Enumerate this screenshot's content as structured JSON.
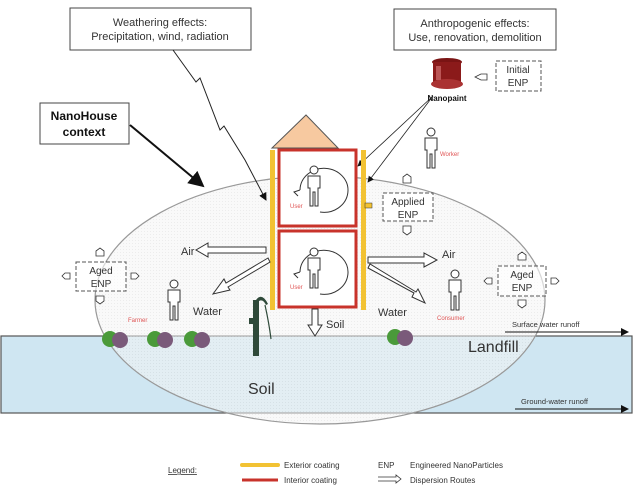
{
  "boxes": {
    "weathering": {
      "line1": "Weathering effects:",
      "line2": "Precipitation, wind, radiation"
    },
    "anthropogenic": {
      "line1": "Anthropogenic effects:",
      "line2": "Use, renovation, demolition"
    },
    "nanohouse": {
      "line1": "NanoHouse",
      "line2": "context"
    }
  },
  "enp": {
    "initial": {
      "line1": "Initial",
      "line2": "ENP"
    },
    "applied": {
      "line1": "Applied",
      "line2": "ENP"
    },
    "aged_left": {
      "line1": "Aged",
      "line2": "ENP"
    },
    "aged_right": {
      "line1": "Aged",
      "line2": "ENP"
    }
  },
  "labels": {
    "nanopaint": "Nanopaint",
    "worker": "Worker",
    "user_top": "User",
    "user_bottom": "User",
    "farmer": "Farmer",
    "consumer": "Consumer",
    "air_left": "Air",
    "air_right": "Air",
    "water_left": "Water",
    "water_right": "Water",
    "soil_arrow": "Soil",
    "soil_ground": "Soil",
    "landfill": "Landfill",
    "surface_runoff": "Surface water runoff",
    "ground_runoff": "Ground-water runoff"
  },
  "legend": {
    "title": "Legend:",
    "exterior": "Exterior coating",
    "interior": "Interior coating",
    "enp_abbr": "ENP",
    "enp_full": "Engineered NanoParticles",
    "dispersion": "Dispersion Routes"
  },
  "colors": {
    "exterior": "#f2c233",
    "interior": "#c8332b",
    "ground": "#cfe6f2",
    "roof": "#f7c9a0",
    "accent_label": "#e05555"
  }
}
